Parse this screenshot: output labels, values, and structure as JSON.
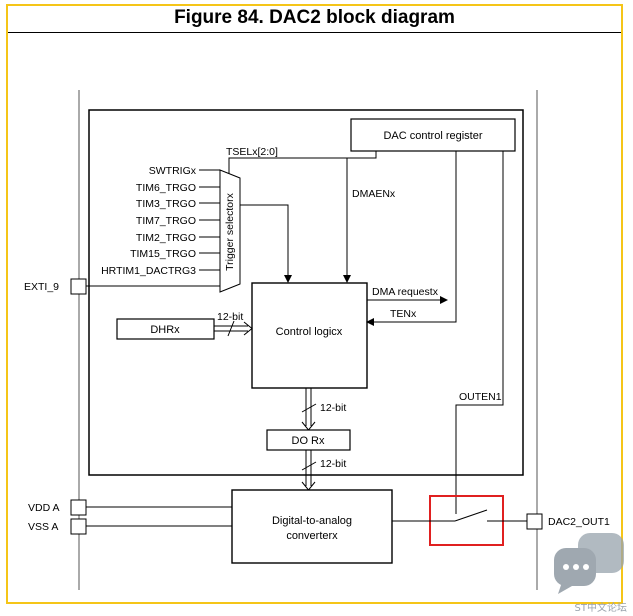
{
  "title": "Figure 84. DAC2 block diagram",
  "pins": {
    "exti": "EXTI_9",
    "vdda": "VDD A",
    "vssa": "VSS  A",
    "out": "DAC2_OUT1"
  },
  "blocks": {
    "control_register": "DAC control register",
    "control_logic": "Control logicx",
    "dhr": "DHRx",
    "dor": "DO Rx",
    "dac_line1": "Digital-to-analog",
    "dac_line2": "converterx",
    "trigger_selector": "Trigger selectorx"
  },
  "triggers": [
    "SWTRIGx",
    "TIM6_TRGO",
    "TIM3_TRGO",
    "TIM7_TRGO",
    "TIM2_TRGO",
    "TIM15_TRGO",
    "HRTIM1_DACTRG3"
  ],
  "signals": {
    "tsel": "TSELx[2:0]",
    "dmaen": "DMAENx",
    "dma_request": "DMA requestx",
    "ten": "TENx",
    "bits_dhr": "12-bit",
    "bits_dor": "12-bit",
    "bits_dac": "12-bit",
    "outen": "OUTEN1"
  },
  "watermark": "ST中文论坛"
}
